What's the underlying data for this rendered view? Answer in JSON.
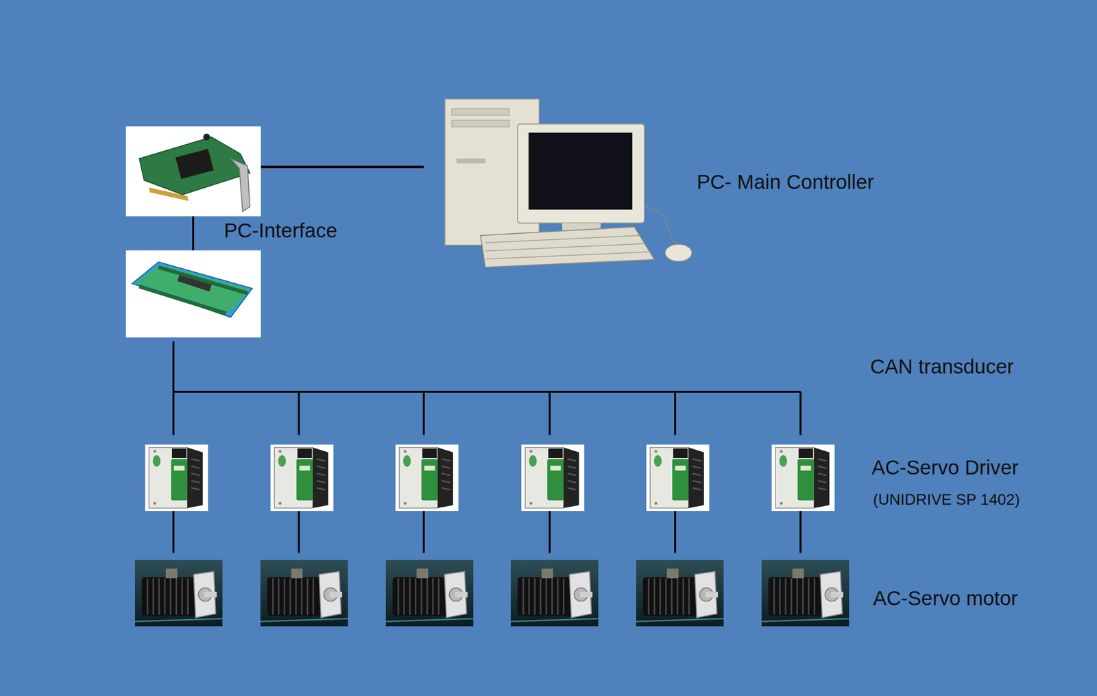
{
  "diagram": {
    "nodes": [
      {
        "text": [
          "PC-Interface"
        ]
      },
      {
        "text": [
          "PC- Main Controller"
        ]
      }
    ],
    "edges": [
      {
        "from": 0,
        "to": 1,
        "arrow": "none"
      }
    ],
    "labels": [
      "CAN transducer",
      "AC-Servo Driver",
      "(UNIDRIVE SP 1402)",
      "AC-Servo motor"
    ]
  }
}
